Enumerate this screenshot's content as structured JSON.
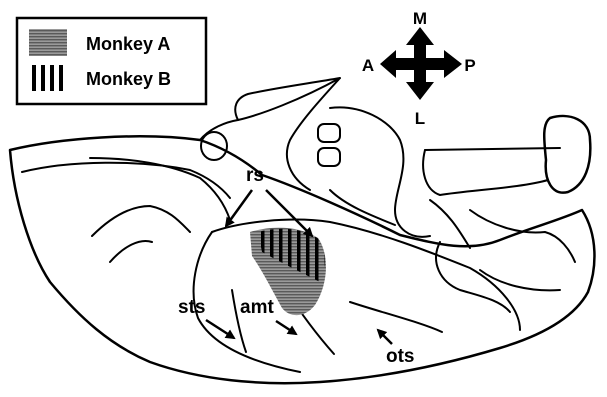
{
  "legend": {
    "entries": [
      {
        "label": "Monkey A",
        "pattern": "horizontal-stripes"
      },
      {
        "label": "Monkey B",
        "pattern": "vertical-stripes"
      }
    ]
  },
  "compass": {
    "top": "M",
    "left": "A",
    "right": "P",
    "bottom": "L"
  },
  "sulci": {
    "rs": "rs",
    "sts": "sts",
    "amt": "amt",
    "ots": "ots"
  },
  "colors": {
    "line": "#000000",
    "background": "#ffffff",
    "monkey_a_fill": "#808080"
  }
}
